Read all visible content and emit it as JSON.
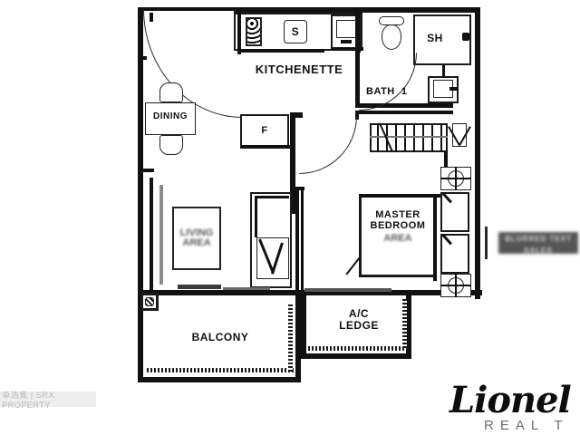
{
  "document": {
    "type": "floor-plan",
    "background_color": "#ffffff",
    "line_color": "#111111"
  },
  "rooms": [
    {
      "id": "kitchenette",
      "label": "KITCHENETTE"
    },
    {
      "id": "dining",
      "label": "DINING"
    },
    {
      "id": "bath",
      "label": "BATH  1"
    },
    {
      "id": "shower",
      "label": "SH"
    },
    {
      "id": "master_bedroom",
      "label": "MASTER\nBEDROOM"
    },
    {
      "id": "balcony",
      "label": "BALCONY"
    },
    {
      "id": "ac_ledge",
      "label": "A/C\nLEDGE"
    }
  ],
  "fixtures": [
    {
      "id": "fridge",
      "label": "F"
    },
    {
      "id": "sink",
      "label": "S"
    },
    {
      "id": "hob",
      "label": ""
    },
    {
      "id": "toilet",
      "label": ""
    },
    {
      "id": "wash_basin",
      "label": ""
    },
    {
      "id": "shower_head",
      "label": ""
    },
    {
      "id": "staircase",
      "label": ""
    },
    {
      "id": "bed",
      "label": ""
    },
    {
      "id": "dining_table",
      "label": ""
    }
  ],
  "redacted": {
    "living_line1": "LIVING",
    "living_line2": "AREA",
    "bedroom_line3": "AREA",
    "note": "blurred"
  },
  "watermark_right": {
    "line1": "BLURRED TEXT",
    "line2": "SALES"
  },
  "watermark_bottom_left": {
    "text": "卓浩焦 | SRX PROPERTY"
  },
  "logo": {
    "name": "Lionel T",
    "tagline": "REAL T"
  }
}
